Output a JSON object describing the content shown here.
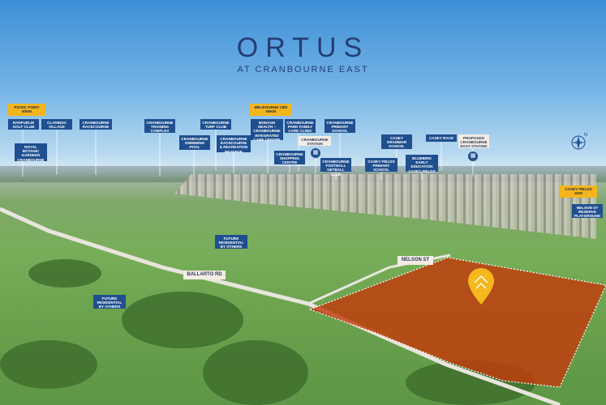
{
  "title": {
    "main": "ORTUS",
    "sub": "AT CRANBOURNE EAST"
  },
  "callouts": {
    "ycmd": "MELBOURNE CBD\n56KM",
    "ypf": "PICNIC POINT\n50KM",
    "ycf": "CASEY FIELDS\n4KM",
    "a": "RANFURLIE\nGOLF CLUB",
    "b": "CLARINDA\nVILLAGE",
    "c": "CRANBOURNE\nRACECOURSE",
    "d": "ROYAL\nBOTANIC\nGARDENS\nCRANBOURNE",
    "e": "CRANBOURNE\nTRAINING\nCOMPLEX",
    "f": "CRANBOURNE\nTURF CLUB",
    "g": "CRANBOURNE\nSWIMMING\nPOOL",
    "h": "CRANBOURNE\nRACECOURSE\n& RECREATION\nRESERVE",
    "i": "MONASH\nHEALTH –\nCRANBOURNE\nINTEGRATED\nCARE CENTRE",
    "j": "CRANBOURNE\nPARK FAMILY\nCARE CLINIC",
    "k": "CRANBOURNE\nPRIMARY\nSCHOOL",
    "l": "CRANBOURNE\nSHOPPING\nCENTRE",
    "m": "CRANBOURNE\nSTATION",
    "n": "CRANBOURNE\nFOOTBALL\nNETBALL CLUB",
    "o": "CASEY\nGRAMMAR\nSCHOOL",
    "p": "CASEY FIELDS\nPRIMARY\nSCHOOL",
    "q": "BLUEBIRD\nEARLY\nEDUCATION\nCASEY FIELDS",
    "r": "CASEY RACE",
    "s": "PROPOSED\nCRANBOURNE\nEAST STATION",
    "t": "NELSON ST\nRESERVE\nPLAYGROUND",
    "u": "FUTURE\nRESIDENTIAL\nBY OTHERS",
    "v": "FUTURE\nRESIDENTIAL\nBY OTHERS",
    "ballarto": "BALLARTO RD",
    "nelson": "NELSON ST"
  },
  "icons": {
    "pin": "location-marker-icon",
    "compass": "north-compass-icon",
    "train": "train-icon"
  },
  "colors": {
    "label": "#1f4f8f",
    "accent": "#f3b51b",
    "site": "#c23a0c",
    "title": "#253d74"
  },
  "compass_letter": "N"
}
